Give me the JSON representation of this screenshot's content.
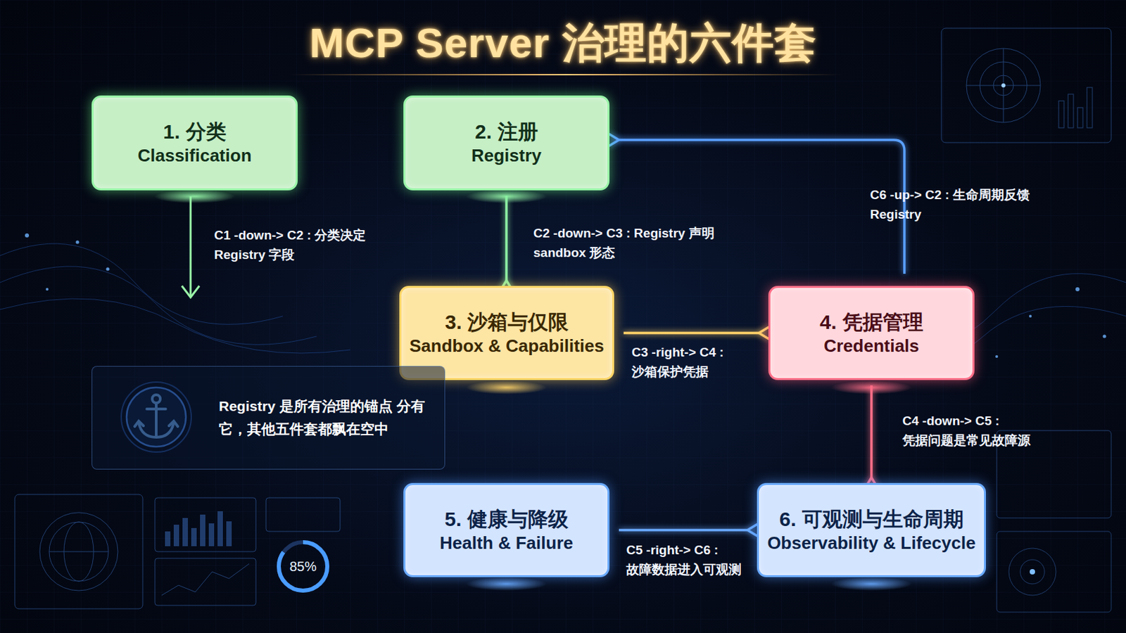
{
  "diagram": {
    "title": "MCP Server 治理的六件套",
    "nodes": [
      {
        "text": [
          "1. 分类",
          "Classification"
        ]
      },
      {
        "text": [
          "2. 注册",
          "Registry"
        ]
      },
      {
        "text": [
          "3. 沙箱与仅限",
          "Sandbox & Capabilities"
        ]
      },
      {
        "text": [
          "4. 凭据管理",
          "Credentials"
        ]
      },
      {
        "text": [
          "5. 健康与降级",
          "Health & Failure"
        ]
      },
      {
        "text": [
          "6. 可观测与生命周期",
          "Observability & Lifecycle"
        ]
      },
      {
        "text": [
          "Registry 是所有治理的锚点 分有它，其他五件套都飘在空中"
        ]
      },
      {
        "text": [
          "85%"
        ]
      }
    ],
    "edges": [
      {
        "from": 1,
        "to": 2,
        "arrow": "to",
        "label": "C2 -down-> C3 : Registry 声明 sandbox 形态"
      },
      {
        "from": 2,
        "to": 3,
        "arrow": "to",
        "label": "C3 -right-> C4 : 沙箱保护凭据"
      },
      {
        "from": 3,
        "to": 5,
        "arrow": "to",
        "label": "C4 -down-> C5 : 凭据问题是常见故障源"
      },
      {
        "from": 4,
        "to": 5,
        "arrow": "to",
        "label": "C5 -right-> C6 : 故障数据进入可观测"
      },
      {
        "from": 3,
        "to": 1,
        "arrow": "to",
        "label": "C6 -up-> C2 : 生命周期反馈 Registry"
      }
    ],
    "labels": [
      "C1 -down-> C2 : 分类决定 Registry 字段"
    ]
  }
}
